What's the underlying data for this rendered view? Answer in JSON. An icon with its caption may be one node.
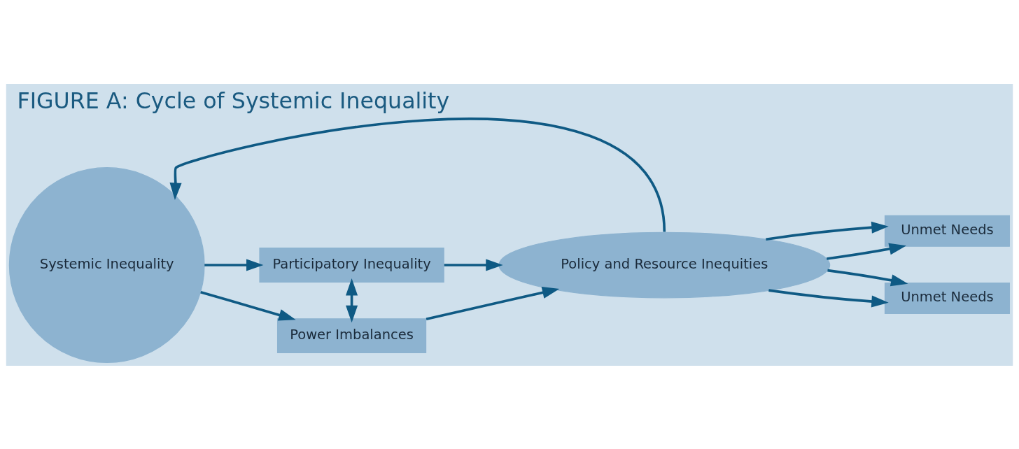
{
  "diagram": {
    "title": "FIGURE A: Cycle of Systemic Inequality",
    "nodes": [
      {
        "text": [
          "Systemic Inequality"
        ]
      },
      {
        "text": [
          "Participatory Inequality"
        ]
      },
      {
        "text": [
          "Power Imbalances"
        ]
      },
      {
        "text": [
          "Policy and Resource Inequities"
        ]
      },
      {
        "text": [
          "Unmet Needs"
        ]
      },
      {
        "text": [
          "Unmet Needs"
        ]
      }
    ],
    "edges": [
      {
        "from": 0,
        "to": 1,
        "arrow": "to"
      },
      {
        "from": 0,
        "to": 2,
        "arrow": "to"
      },
      {
        "from": 1,
        "to": 2,
        "arrow": "both"
      },
      {
        "from": 1,
        "to": 3,
        "arrow": "to"
      },
      {
        "from": 2,
        "to": 3,
        "arrow": "to"
      },
      {
        "from": 3,
        "to": 0,
        "arrow": "to"
      },
      {
        "from": 3,
        "to": 4,
        "arrow": "to"
      },
      {
        "from": 3,
        "to": 4,
        "arrow": "to"
      },
      {
        "from": 3,
        "to": 5,
        "arrow": "to"
      },
      {
        "from": 3,
        "to": 5,
        "arrow": "to"
      }
    ]
  }
}
